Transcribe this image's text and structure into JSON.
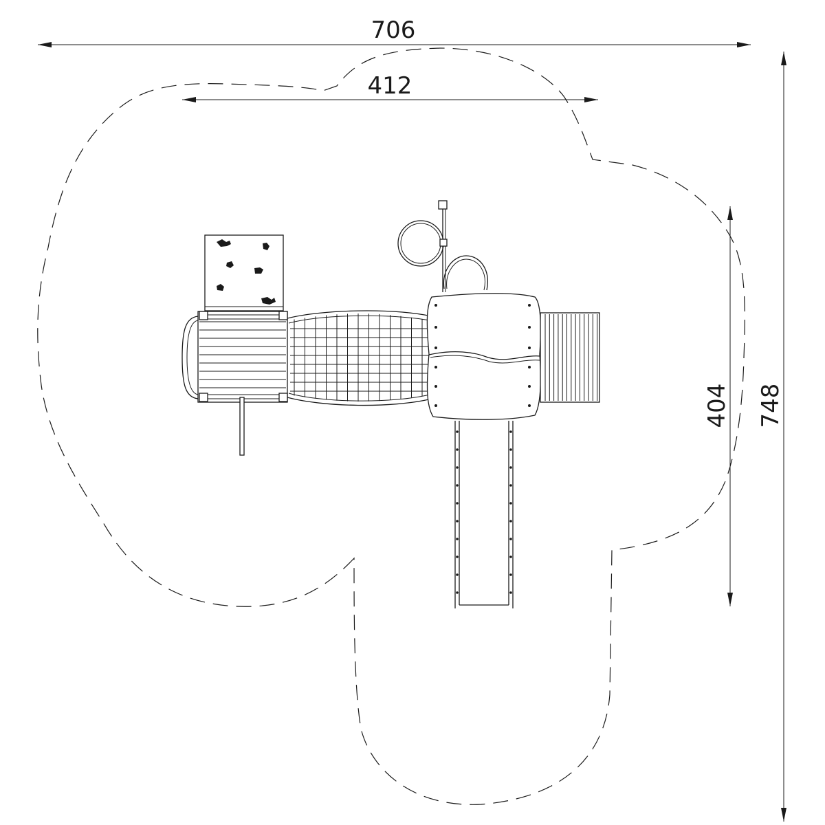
{
  "dimensions": {
    "overall_width": "706",
    "inner_width": "412",
    "inner_depth": "404",
    "overall_depth": "748"
  }
}
